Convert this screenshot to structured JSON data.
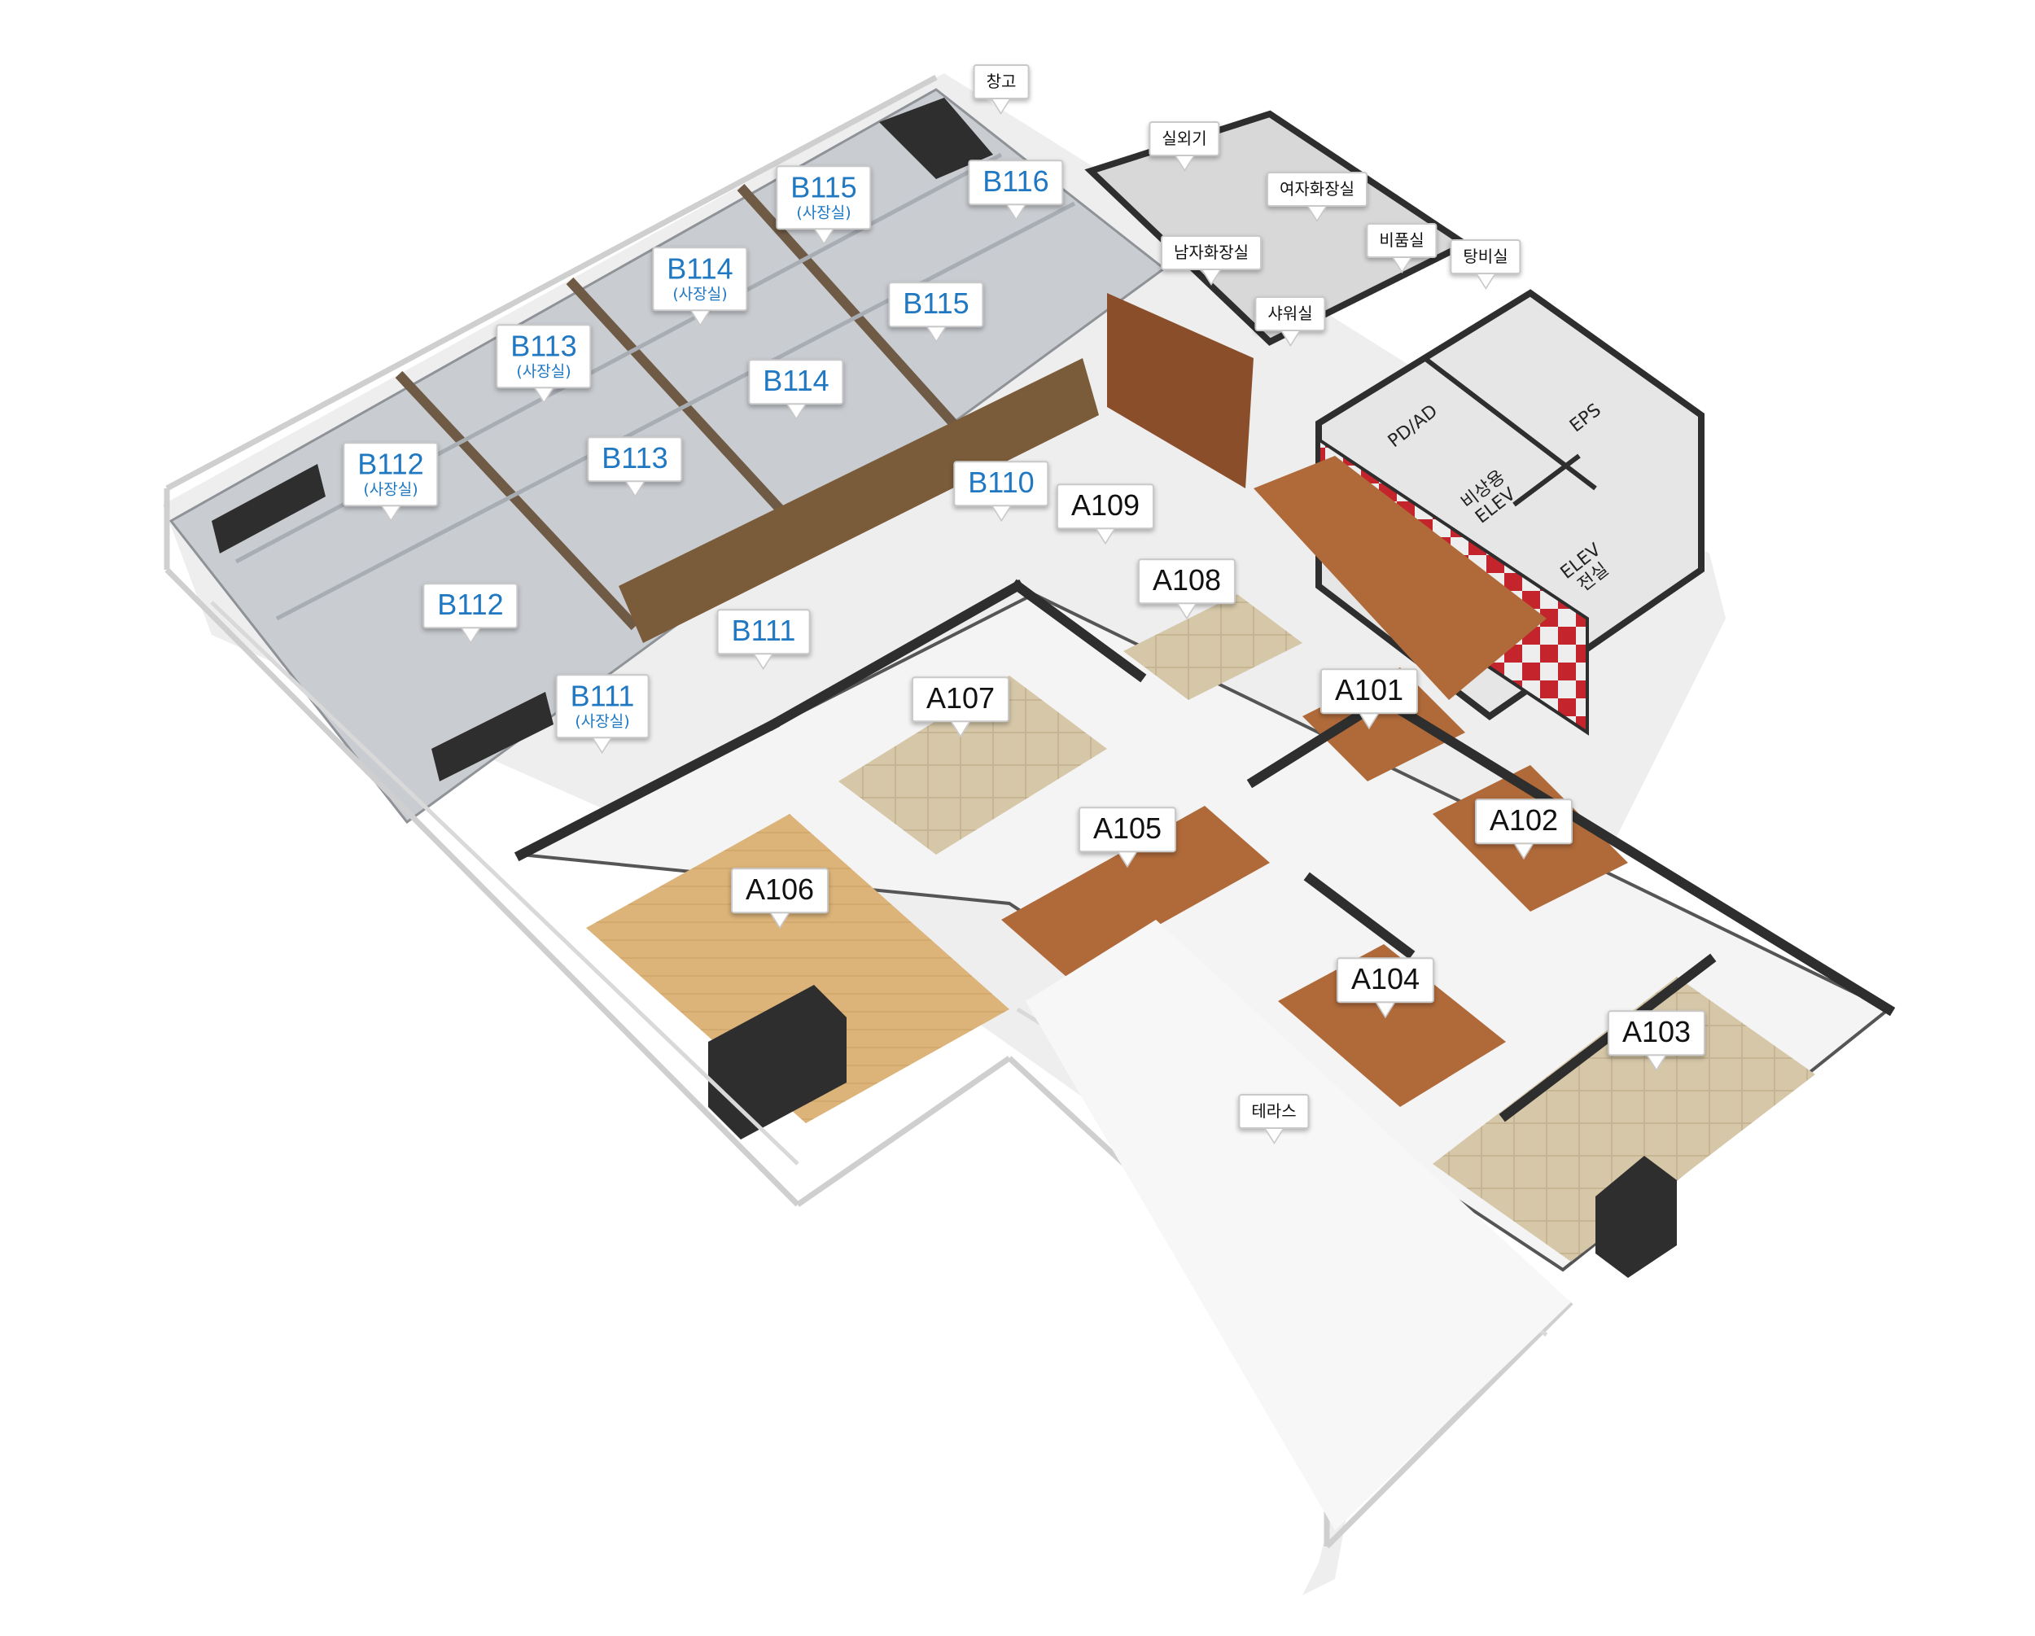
{
  "labels": {
    "b115_exec": {
      "main": "B115",
      "sub": "(사장실)"
    },
    "b114_exec": {
      "main": "B114",
      "sub": "(사장실)"
    },
    "b113_exec": {
      "main": "B113",
      "sub": "(사장실)"
    },
    "b112_exec": {
      "main": "B112",
      "sub": "(사장실)"
    },
    "b111_exec": {
      "main": "B111",
      "sub": "(사장실)"
    },
    "b116": "B116",
    "b115": "B115",
    "b114": "B114",
    "b113": "B113",
    "b112": "B112",
    "b111": "B111",
    "b110": "B110",
    "a101": "A101",
    "a102": "A102",
    "a103": "A103",
    "a104": "A104",
    "a105": "A105",
    "a106": "A106",
    "a107": "A107",
    "a108": "A108",
    "a109": "A109",
    "storage": "창고",
    "outdoor_unit": "실외기",
    "womens_restroom": "여자화장실",
    "mens_restroom": "남자화장실",
    "supply_room": "비품실",
    "pantry": "탕비실",
    "shower_room": "샤워실",
    "terrace": "테라스",
    "pd_ad": "PD/AD",
    "eps": "EPS",
    "emergency_elev": "비상용\nELEV",
    "elev_electric": "ELEV\n전실"
  },
  "colors": {
    "exec_room_label": "#1f78c1",
    "room_label": "#111111",
    "wall_dark": "#2e2e2e",
    "wood_floor": "#b06a3a",
    "light_wood_floor": "#dcb47a",
    "carpet": "#d6c7a8",
    "gray_floor": "#c9ccd1",
    "accent_red": "#c4242b"
  }
}
